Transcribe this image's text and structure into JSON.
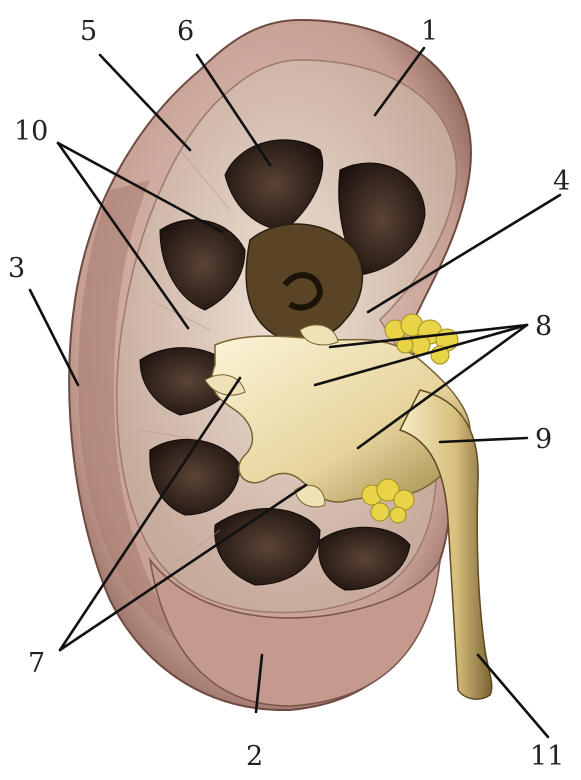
{
  "labels": {
    "l1": "1",
    "l2": "2",
    "l3": "3",
    "l4": "4",
    "l5": "5",
    "l6": "6",
    "l7": "7",
    "l8": "8",
    "l9": "9",
    "l10": "10",
    "l11": "11"
  },
  "colors": {
    "capsule": "#c9a49a",
    "cortex": "#d8c3b4",
    "medulla_dark": "#2b1d17",
    "pelvis": "#e8dba8",
    "sinus_dark": "#4a3a1f",
    "fat": "#e7d54a"
  }
}
